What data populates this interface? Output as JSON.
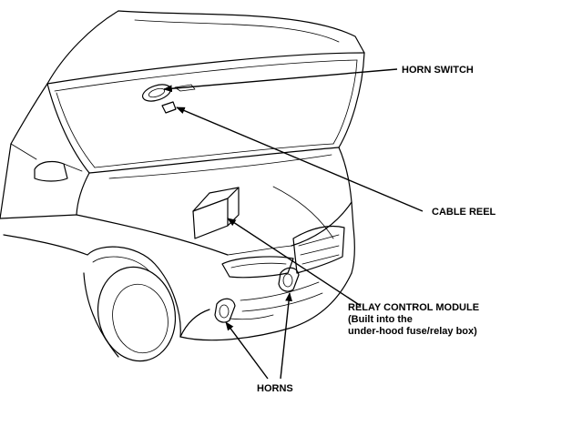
{
  "labels": {
    "horn_switch": "HORN SWITCH",
    "cable_reel": "CABLE REEL",
    "relay_line1": "RELAY CONTROL MODULE",
    "relay_line2": "(Built into the",
    "relay_line3": "under-hood fuse/relay box)",
    "horns": "HORNS"
  }
}
